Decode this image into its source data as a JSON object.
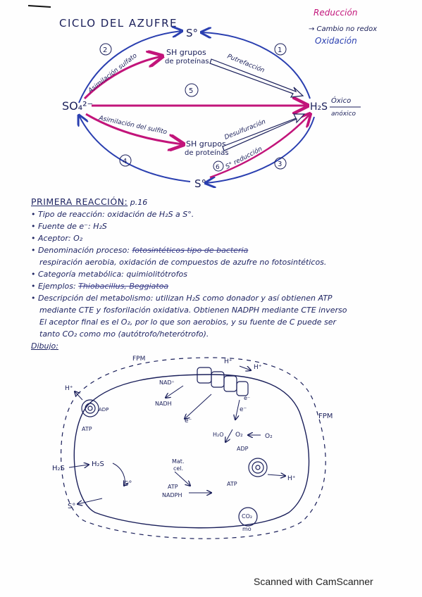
{
  "cycle": {
    "title": "CICLO DEL AZUFRE",
    "legend": {
      "reduccion": "Reducción",
      "no_redox": "→ Cambio no redox",
      "oxidacion": "Oxidación"
    },
    "nodes": {
      "s0_top": "S°",
      "sh_top": "SH grupos",
      "sh_top_sub": "de proteínas",
      "so4": "SO₄²⁻",
      "h2s": "H₂S",
      "sh_bottom": "SH grupos",
      "sh_bottom_sub": "de proteínas",
      "s0_bottom": "S°"
    },
    "arrows": {
      "asim_sulfato": "Asimilación sulfato",
      "asim_sulfito": "Asimilación del sulfito",
      "putrefaccion": "Putrefacción",
      "desulfuracion": "Desulfuración",
      "s_reduccion": "S° reducción",
      "h2s_toxico": "Óxico",
      "h2s_anoxico": "anóxico"
    },
    "numbers": [
      "1",
      "2",
      "3",
      "4",
      "5",
      "6"
    ]
  },
  "notes": {
    "heading": "PRIMERA REACCIÓN:",
    "heading_page": "p.16",
    "items": [
      {
        "label": "Tipo de reacción:",
        "value": "oxidación de H₂S a S°."
      },
      {
        "label": "Fuente de e⁻:",
        "value": "H₂S"
      },
      {
        "label": "Aceptor:",
        "value": "O₂"
      },
      {
        "label": "Denominación proceso:",
        "value": "respiración aerobia, oxidación de compuestos de azufre",
        "strike": "fotosintéticos tipo de bacteria",
        "cont": "no fotosintéticos."
      },
      {
        "label": "Categoría metabólica:",
        "value": "quimiolitótrofos"
      },
      {
        "label": "Ejemplos:",
        "strike": "Thiobacillus, Beggiatoa"
      },
      {
        "label": "Descripción del metabolismo:",
        "value": "utilizan H₂S como donador y así obtienen ATP mediante CTE y fosforilación oxidativa. Obtienen NADPH mediante CTE inverso. El aceptor final es el O₂, por lo que son aerobios, y su fuente de C puede ser tanto CO₂ como mo (autótrofo/heterótrofo)."
      }
    ],
    "desc_lines": [
      "Descripción del metabolismo: utilizan H₂S como donador y así obtienen ATP",
      "mediante CTE y fosforilación oxidativa. Obtienen NADPH mediante CTE inverso",
      "El aceptor final es el O₂, por lo que son aerobios, y su fuente de C puede ser",
      "tanto CO₂ como mo (autótrofo/heterótrofo)."
    ],
    "dibujo": "Dibujo:"
  },
  "drawing": {
    "fpm_top": "FPM",
    "fpm_right": "FPM",
    "h_plus_1": "H⁺",
    "h_plus_2": "H⁺",
    "h_plus_3": "H⁺",
    "h_plus_4": "H⁺",
    "adp_left": "ADP",
    "atp_left": "ATP",
    "nad": "NAD⁺",
    "nadh": "NADH",
    "e1": "e⁻",
    "e2": "e⁻",
    "e3": "e⁻",
    "h2o": "H₂O",
    "o2_in": "O₂",
    "o2_out": "O₂",
    "adp_right": "ADP",
    "atp_right": "ATP",
    "h2s_out": "H₂S",
    "h2s_in": "H₂S",
    "s0_in": "S°",
    "s0_out": "S°",
    "mat": "Mat.",
    "cel": "cel.",
    "atp_c": "ATP",
    "nadph_c": "NADPH",
    "co2": "CO₂",
    "mo": "mo"
  },
  "footer": "Scanned with CamScanner"
}
